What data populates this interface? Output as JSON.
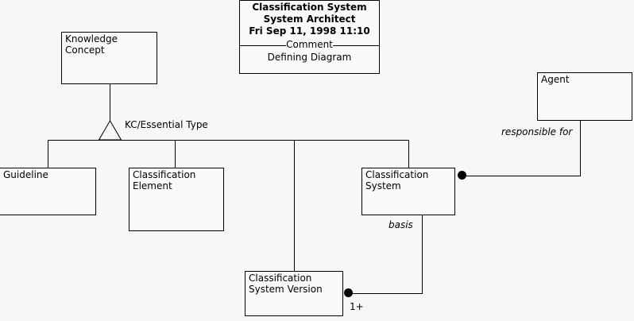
{
  "diagram": {
    "type": "uml-class-diagram",
    "background_color": "#f7f7f7",
    "line_color": "#000000",
    "title_block": {
      "line1": "Classification System",
      "line2": "System Architect",
      "line3": "Fri Sep 11, 1998  11:10",
      "section_label": "Comment",
      "comment_text": "Defining Diagram"
    },
    "classes": [
      {
        "id": "knowledge-concept",
        "label": "Knowledge\nConcept"
      },
      {
        "id": "guideline",
        "label": "Guideline"
      },
      {
        "id": "classification-element",
        "label": "Classification\nElement"
      },
      {
        "id": "classification-system",
        "label": "Classification\nSystem"
      },
      {
        "id": "agent",
        "label": "Agent"
      },
      {
        "id": "classification-system-version",
        "label": "Classification\nSystem Version"
      }
    ],
    "edge_labels": {
      "generalization": "KC/Essential Type",
      "responsible_for": "responsible for",
      "basis": "basis",
      "multiplicity_one_plus": "1+"
    }
  }
}
